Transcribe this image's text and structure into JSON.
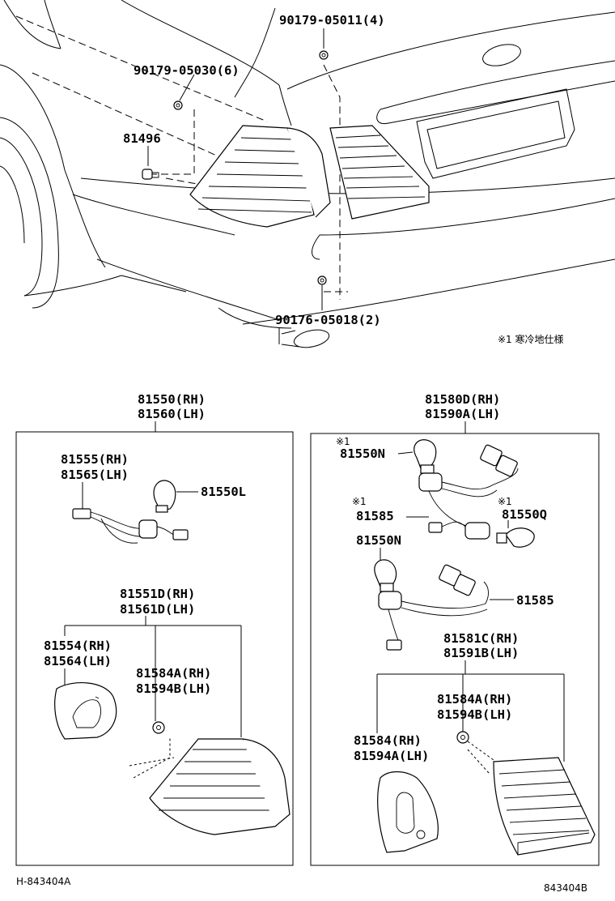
{
  "labels": {
    "p1": "90179-05011(4)",
    "p2": "90179-05030(6)",
    "p3": "81496",
    "p4": "90176-05018(2)",
    "note": "※1 寒冷地仕様",
    "left_assy_rh": "81550(RH)",
    "left_assy_lh": "81560(LH)",
    "socket_rh": "81555(RH)",
    "socket_lh": "81565(LH)",
    "bulb_l": "81550L",
    "lens_rh": "81551D(RH)",
    "lens_lh": "81561D(LH)",
    "gasket_rh": "81554(RH)",
    "gasket_lh": "81564(LH)",
    "nut_rh": "81584A(RH)",
    "nut_lh": "81594B(LH)",
    "right_assy_rh": "81580D(RH)",
    "right_assy_lh": "81590A(LH)",
    "mark1a": "※1",
    "bulb_n1": "81550N",
    "mark1b": "※1",
    "wire1": "81585",
    "mark1c": "※1",
    "bulb_q": "81550Q",
    "bulb_n2": "81550N",
    "wire2": "81585",
    "rlens_rh": "81581C(RH)",
    "rlens_lh": "81591B(LH)",
    "rnut_rh": "81584A(RH)",
    "rnut_lh": "81594B(LH)",
    "rgasket_rh": "81584(RH)",
    "rgasket_lh": "81594A(LH)",
    "code_left": "H-843404A",
    "code_right": "843404B"
  }
}
